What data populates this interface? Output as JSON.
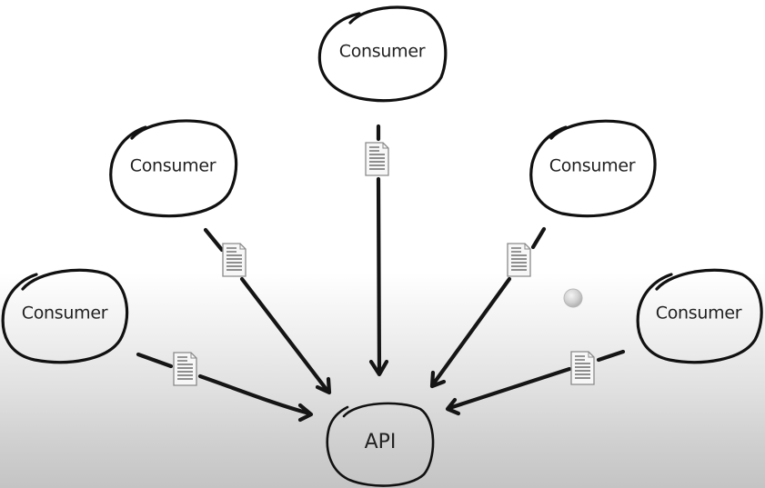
{
  "diagram": {
    "title": "Consumers sending documents to an API",
    "center_node": {
      "label": "API"
    },
    "consumer_nodes": [
      {
        "id": "top",
        "label": "Consumer"
      },
      {
        "id": "upper-left",
        "label": "Consumer"
      },
      {
        "id": "upper-right",
        "label": "Consumer"
      },
      {
        "id": "lower-left",
        "label": "Consumer"
      },
      {
        "id": "lower-right",
        "label": "Consumer"
      }
    ],
    "edges": [
      {
        "from": "top",
        "to": "API",
        "payload_icon": "document-icon"
      },
      {
        "from": "upper-left",
        "to": "API",
        "payload_icon": "document-icon"
      },
      {
        "from": "upper-right",
        "to": "API",
        "payload_icon": "document-icon"
      },
      {
        "from": "lower-left",
        "to": "API",
        "payload_icon": "document-icon"
      },
      {
        "from": "lower-right",
        "to": "API",
        "payload_icon": "document-icon"
      }
    ],
    "colors": {
      "stroke": "#111111",
      "text": "#222222",
      "document_fill": "#f7f7f7",
      "document_outline": "#8a8a8a"
    }
  },
  "cursor": {
    "icon": "pointer-dot-icon"
  }
}
